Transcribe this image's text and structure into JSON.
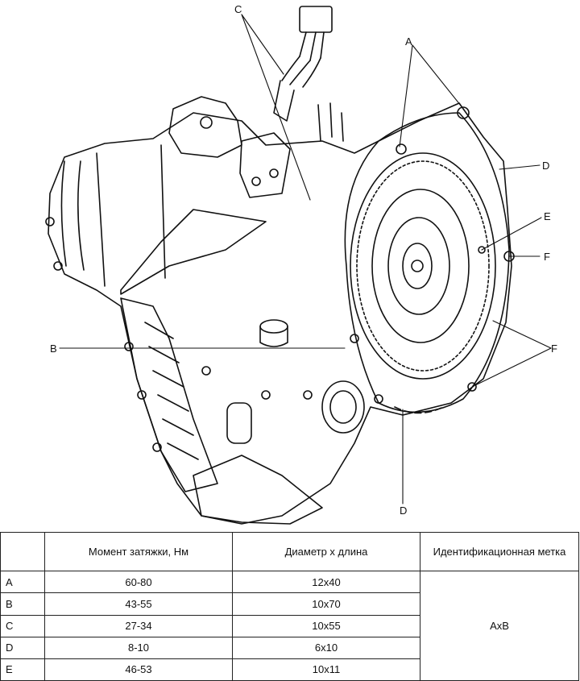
{
  "diagram": {
    "callouts": {
      "a": "A",
      "b": "B",
      "c": "C",
      "d_top": "D",
      "d_bottom": "D",
      "e": "E",
      "f_top": "F",
      "f_bottom": "F"
    }
  },
  "table": {
    "headers": {
      "letter": "",
      "torque": "Момент затяжки, Нм",
      "size": "Диаметр х длина",
      "mark": "Идентификационная метка"
    },
    "rows": [
      {
        "letter": "A",
        "torque": "60-80",
        "size": "12x40"
      },
      {
        "letter": "B",
        "torque": "43-55",
        "size": "10x70"
      },
      {
        "letter": "C",
        "torque": "27-34",
        "size": "10x55"
      },
      {
        "letter": "D",
        "torque": "8-10",
        "size": "6x10"
      },
      {
        "letter": "E",
        "torque": "46-53",
        "size": "10x11"
      }
    ],
    "mark_value": "AxB"
  }
}
